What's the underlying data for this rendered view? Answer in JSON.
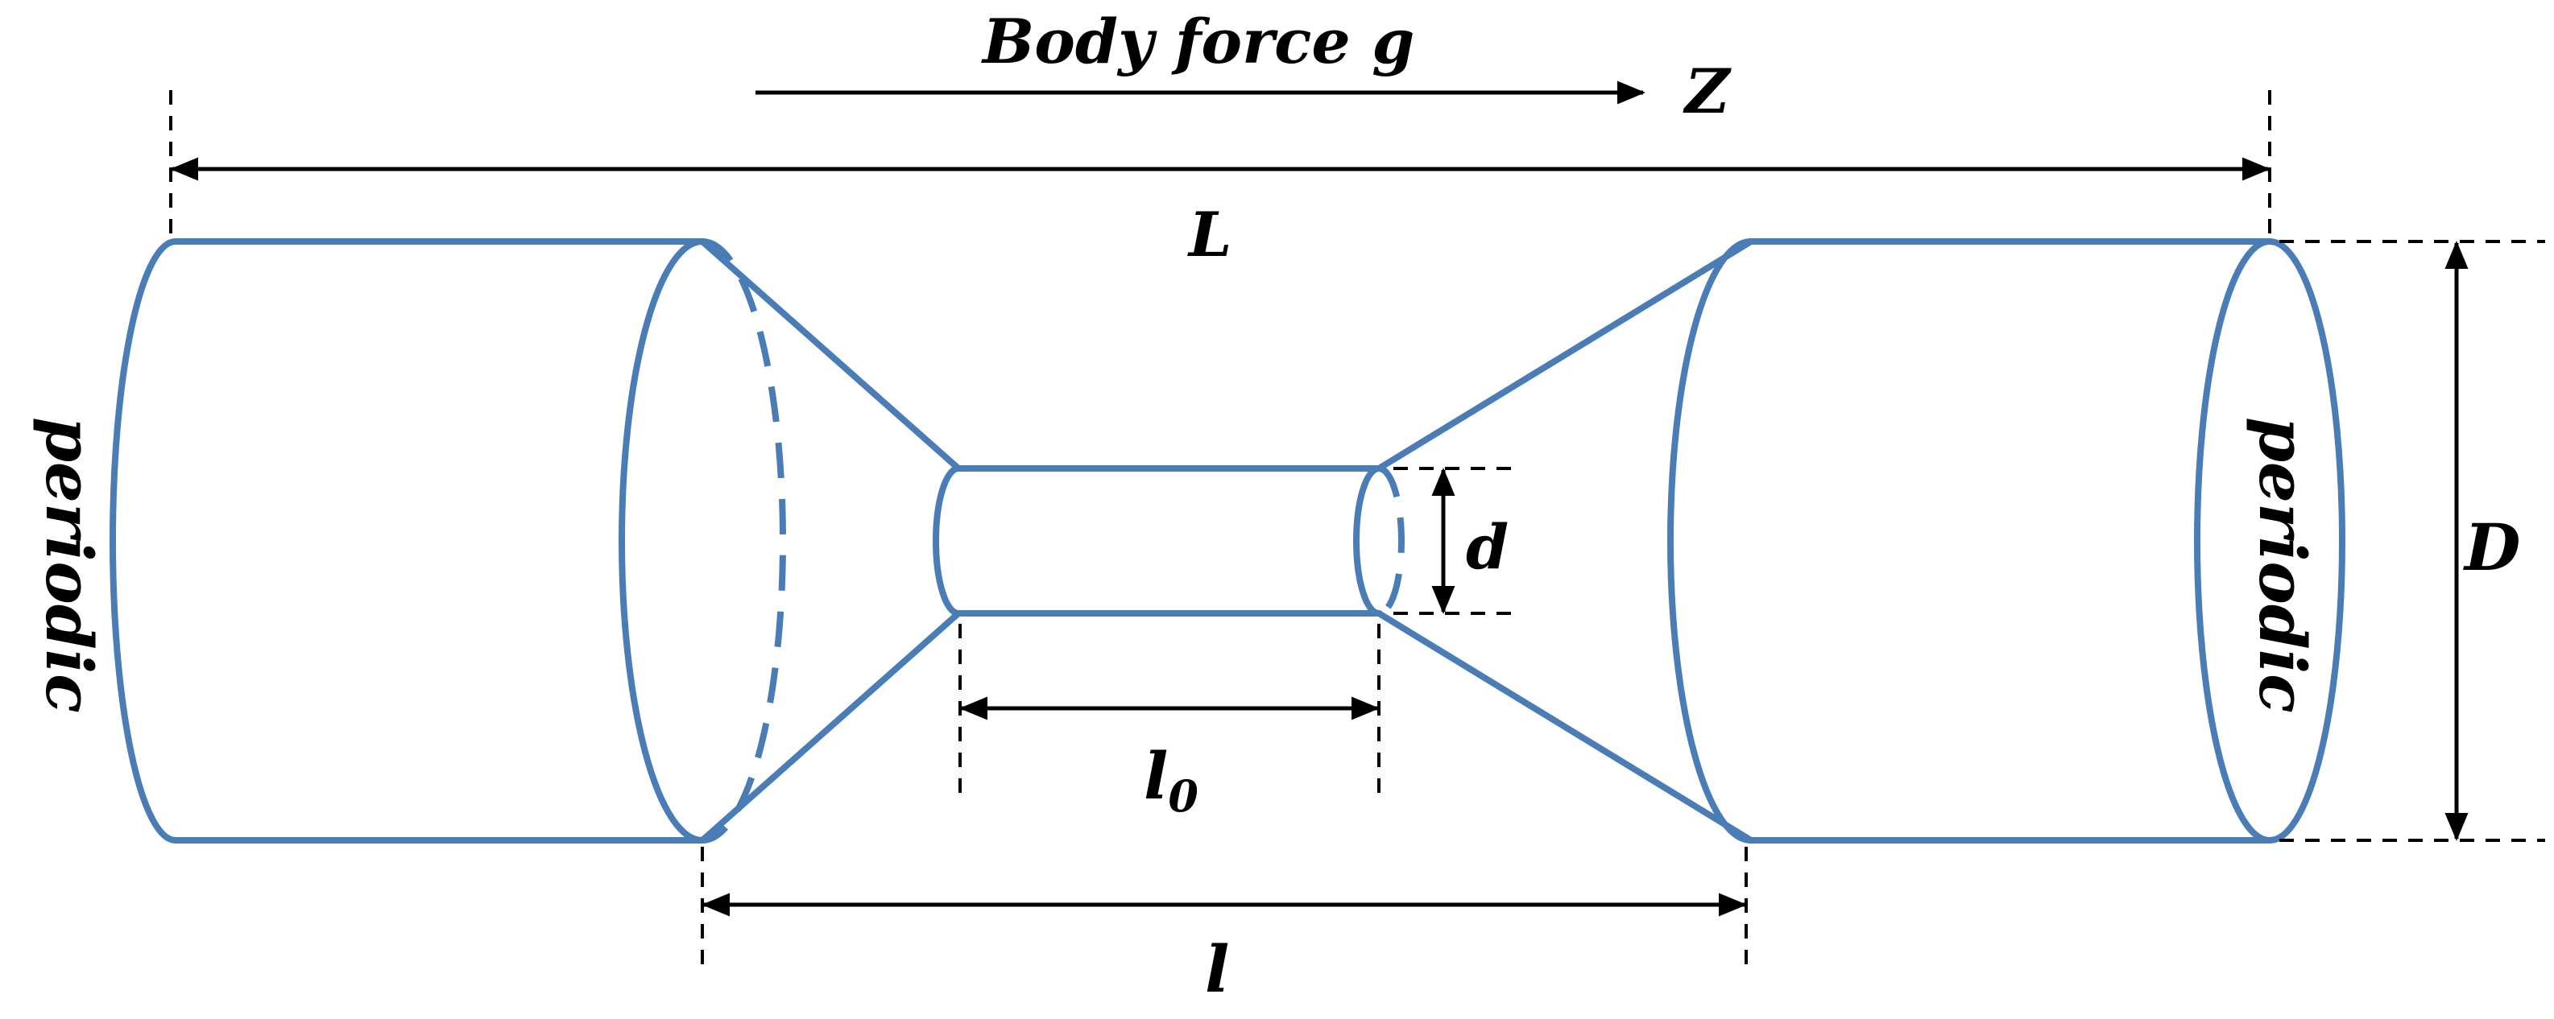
{
  "labels": {
    "body_force": "Body force g",
    "z_axis": "Z",
    "length_L": "L",
    "diameter_D": "D",
    "diameter_d": "d",
    "length_l0_main": "l",
    "length_l0_sub": "0",
    "length_l": "l",
    "periodic_left": "periodic",
    "periodic_right": "periodic"
  },
  "colors": {
    "geometry_stroke": "#4a7db6",
    "dimension_stroke": "#000000"
  }
}
